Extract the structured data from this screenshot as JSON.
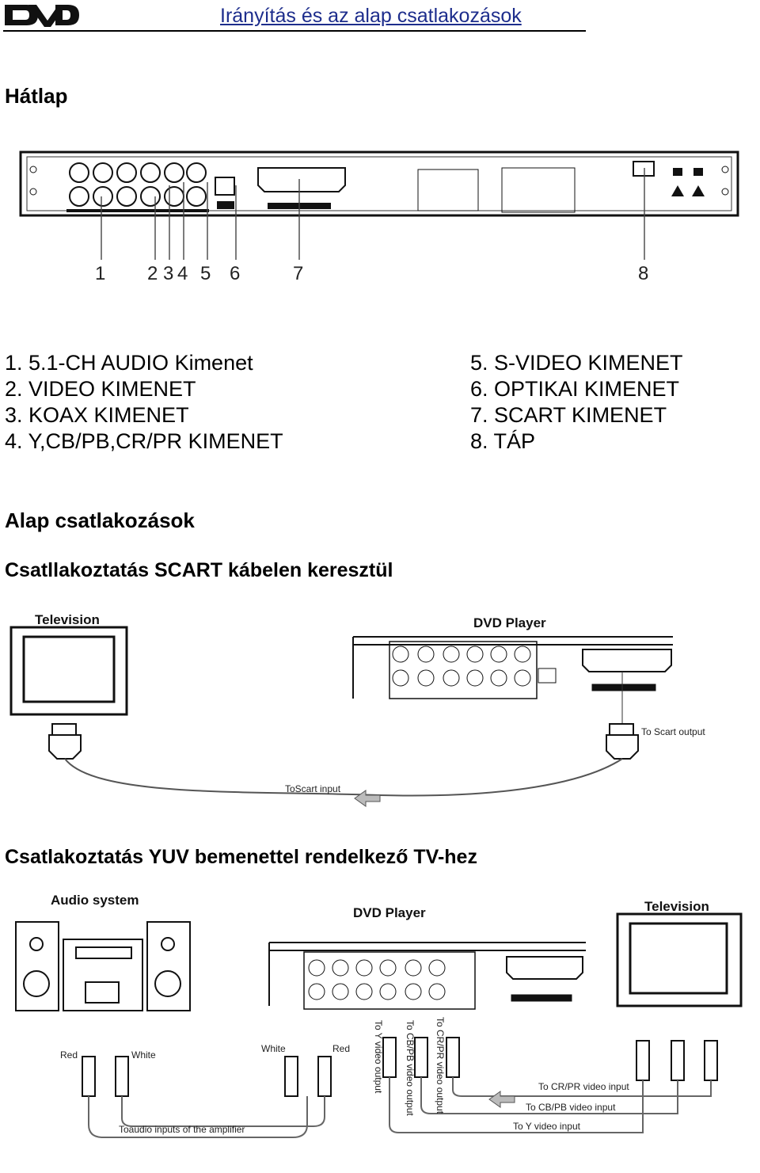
{
  "header": {
    "logo_text": "DVD",
    "title": "Irányítás és az alap csatlakozások"
  },
  "sections": {
    "rear": "Hátlap",
    "basic": "Alap csatlakozások",
    "scart": "Csatllakoztatás SCART kábelen keresztül",
    "yuv": "Csatlakoztatás YUV bemenettel rendelkező TV-hez"
  },
  "rear_callouts": [
    "1",
    "2",
    "3",
    "4",
    "5",
    "6",
    "7",
    "8"
  ],
  "legend": {
    "left": [
      "1. 5.1-CH AUDIO Kimenet",
      "2. VIDEO KIMENET",
      "3. KOAX KIMENET",
      "4. Y,CB/PB,CR/PR KIMENET"
    ],
    "right": [
      "5. S-VIDEO KIMENET",
      "6. OPTIKAI KIMENET",
      "7. SCART KIMENET",
      "8. TÁP"
    ]
  },
  "scart_diagram": {
    "television": "Television",
    "dvd_player": "DVD Player",
    "to_scart_output": "To Scart output",
    "to_scart_input": "ToScart input"
  },
  "yuv_diagram": {
    "audio_system": "Audio system",
    "dvd_player": "DVD Player",
    "television": "Television",
    "red": "Red",
    "white": "White",
    "white2": "White",
    "red2": "Red",
    "to_y_output": "To Y video output",
    "to_cb_output": "To CB/PB video output",
    "to_cr_output": "To CR/PR video output",
    "to_cr_input": "To CR/PR video input",
    "to_cb_input": "To CB/PB video input",
    "to_y_input": "To Y video input",
    "to_amp": "Toaudio inputs of the amplifier"
  }
}
